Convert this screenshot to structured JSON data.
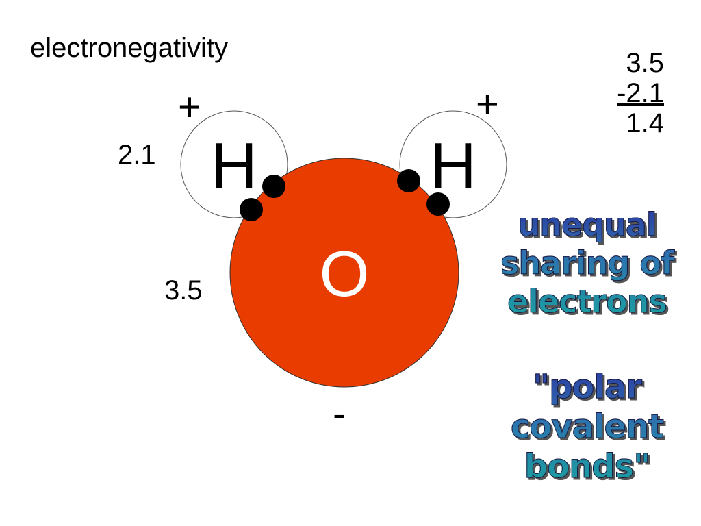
{
  "slide": {
    "title": "electronegativity",
    "charges": {
      "h_left": "+",
      "h_right": "+",
      "oxygen": "-"
    },
    "values": {
      "hydrogen_en": "2.1",
      "oxygen_en": "3.5"
    },
    "atoms": {
      "h_left": "H",
      "h_right": "H",
      "oxygen": "O"
    },
    "calculation": {
      "line1": "3.5",
      "line2": "-2.1",
      "result": "1.4"
    },
    "caption1": [
      "unequal",
      "sharing of",
      "electrons"
    ],
    "caption2": [
      "\"polar",
      "covalent",
      "bonds\""
    ]
  },
  "colors": {
    "oxygen": "#e83c00",
    "electron": "#000000",
    "caption_top": "#2b3aa0",
    "caption_bottom": "#1aa0a0"
  }
}
